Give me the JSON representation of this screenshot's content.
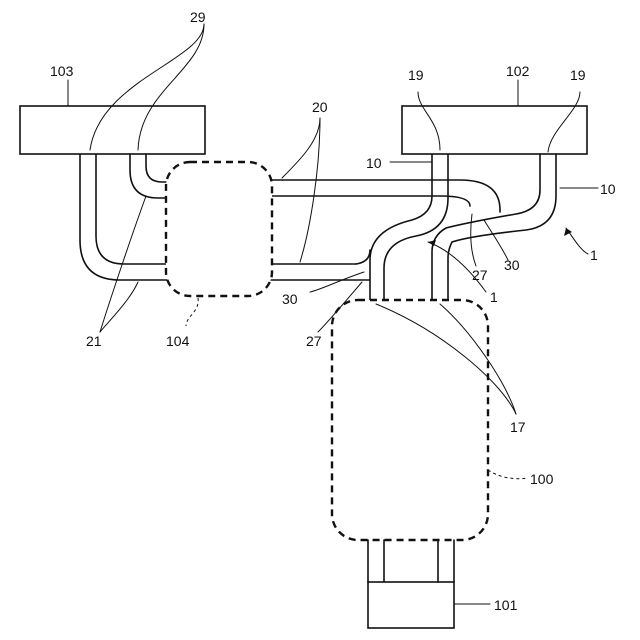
{
  "labels": {
    "ref_103": "103",
    "ref_29": "29",
    "ref_20": "20",
    "ref_19_left": "19",
    "ref_102": "102",
    "ref_19_right": "19",
    "ref_10_left": "10",
    "ref_10_right": "10",
    "ref_1_right": "1",
    "ref_27_right": "27",
    "ref_30_right": "30",
    "ref_1_center": "1",
    "ref_30_left": "30",
    "ref_27_left": "27",
    "ref_21": "21",
    "ref_104": "104",
    "ref_17": "17",
    "ref_100": "100",
    "ref_101": "101"
  }
}
